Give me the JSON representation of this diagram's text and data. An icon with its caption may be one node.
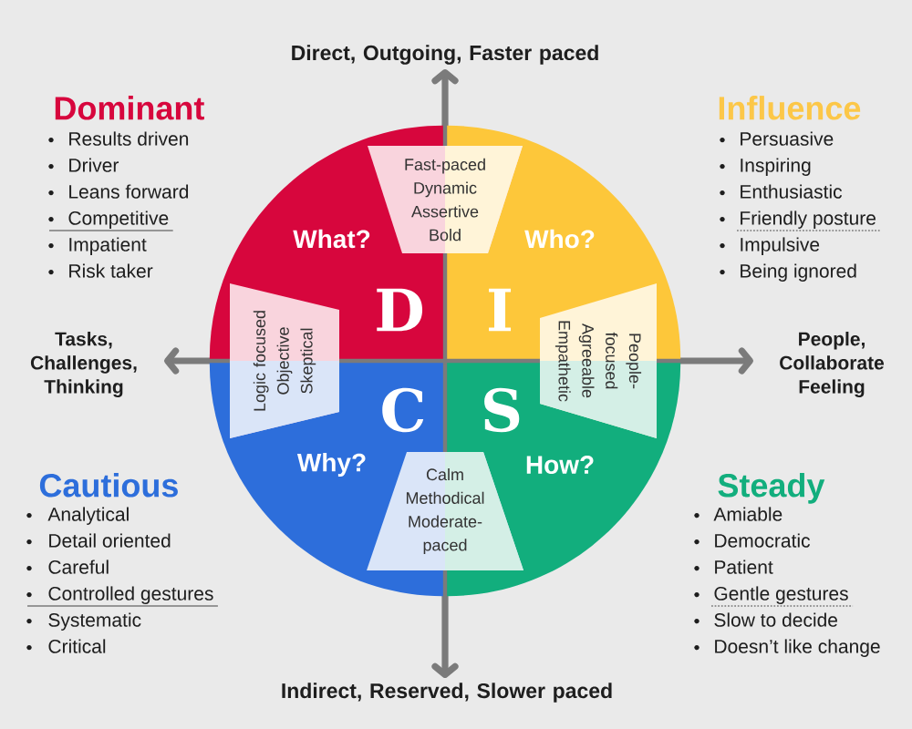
{
  "diagram": {
    "nodes": [
      {
        "text": [
          "D",
          "What?"
        ]
      },
      {
        "text": [
          "I",
          "Who?"
        ]
      },
      {
        "text": [
          "C",
          "Why?"
        ]
      },
      {
        "text": [
          "S",
          "How?"
        ]
      },
      {
        "text": [
          "Fast-paced Dynamic Assertive Bold"
        ]
      },
      {
        "text": [
          "Logic focused Objective Skeptical"
        ]
      },
      {
        "text": [
          "People-focused Agreeable Empathetic"
        ]
      },
      {
        "text": [
          "Calm Methodical Moderate-paced"
        ]
      }
    ],
    "labels": [
      "Direct, Outgoing, Faster paced",
      "Dominant",
      "Results driven",
      "Driver",
      "Leans forward",
      "Competitive",
      "Impatient",
      "Risk taker",
      "Influence",
      "Persuasive",
      "Inspiring",
      "Enthusiastic",
      "Friendly posture",
      "Impulsive",
      "Being ignored",
      "Tasks, Challenges, Thinking",
      "People, Collaborate Feeling",
      "Cautious",
      "Analytical",
      "Detail oriented",
      "Careful",
      "Controlled gestures",
      "Systematic",
      "Critical",
      "Steady",
      "Amiable",
      "Democratic",
      "Patient",
      "Gentle gestures",
      "Slow to decide",
      "Doesn’t like change",
      "Indirect, Reserved, Slower paced"
    ]
  }
}
